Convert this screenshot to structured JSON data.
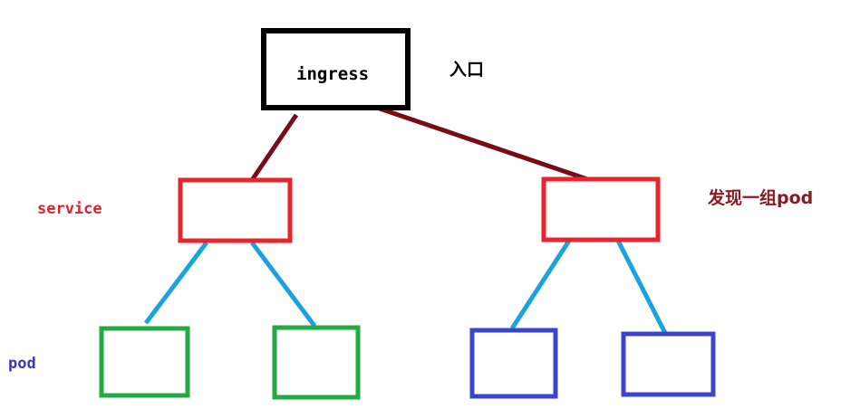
{
  "nodes": {
    "ingress": {
      "label": "ingress",
      "annotation": "入口",
      "color": "#000000"
    },
    "service": {
      "label": "service",
      "color": "#e8242c"
    },
    "service_right": {
      "annotation": "发现一组pod",
      "annotation_color": "#8b1a24"
    },
    "pod": {
      "label": "pod",
      "label_color": "#3a3ab0"
    },
    "pods_left_color": "#22aa44",
    "pods_right_color": "#3c44cc"
  },
  "edges": {
    "ingress_to_service_color": "#7a0a1a",
    "service_to_pod_color": "#1aa3e0"
  }
}
